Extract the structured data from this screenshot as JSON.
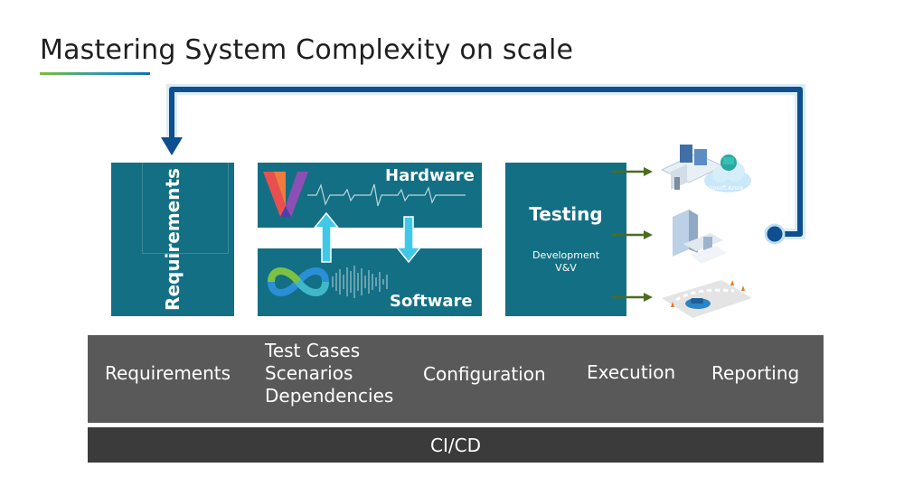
{
  "title": "Mastering System Complexity on scale",
  "requirements_box": {
    "label": "Requirements"
  },
  "hardware_box": {
    "label": "Hardware"
  },
  "software_box": {
    "label": "Software"
  },
  "testing_box": {
    "label": "Testing",
    "sublabel_line1": "Development",
    "sublabel_line2": "V&V"
  },
  "stages": {
    "requirements": "Requirements",
    "test_cases_line1": "Test Cases",
    "test_cases_line2": "Scenarios",
    "test_cases_line3": "Dependencies",
    "configuration": "Configuration",
    "execution": "Execution",
    "reporting": "Reporting"
  },
  "cicd": {
    "label": "CI/CD"
  },
  "execution_images": {
    "workstation_logo": "Microsoft Azure",
    "items": [
      "workstation-cloud-illustration",
      "test-rig-illustration",
      "vehicle-track-illustration"
    ]
  },
  "colors": {
    "teal": "#136f84",
    "flow_arrow": "#0d4f8f",
    "stage_band": "#595959",
    "cicd_band": "#3b3b3b",
    "pointer_arrow": "#4f6b1f"
  }
}
